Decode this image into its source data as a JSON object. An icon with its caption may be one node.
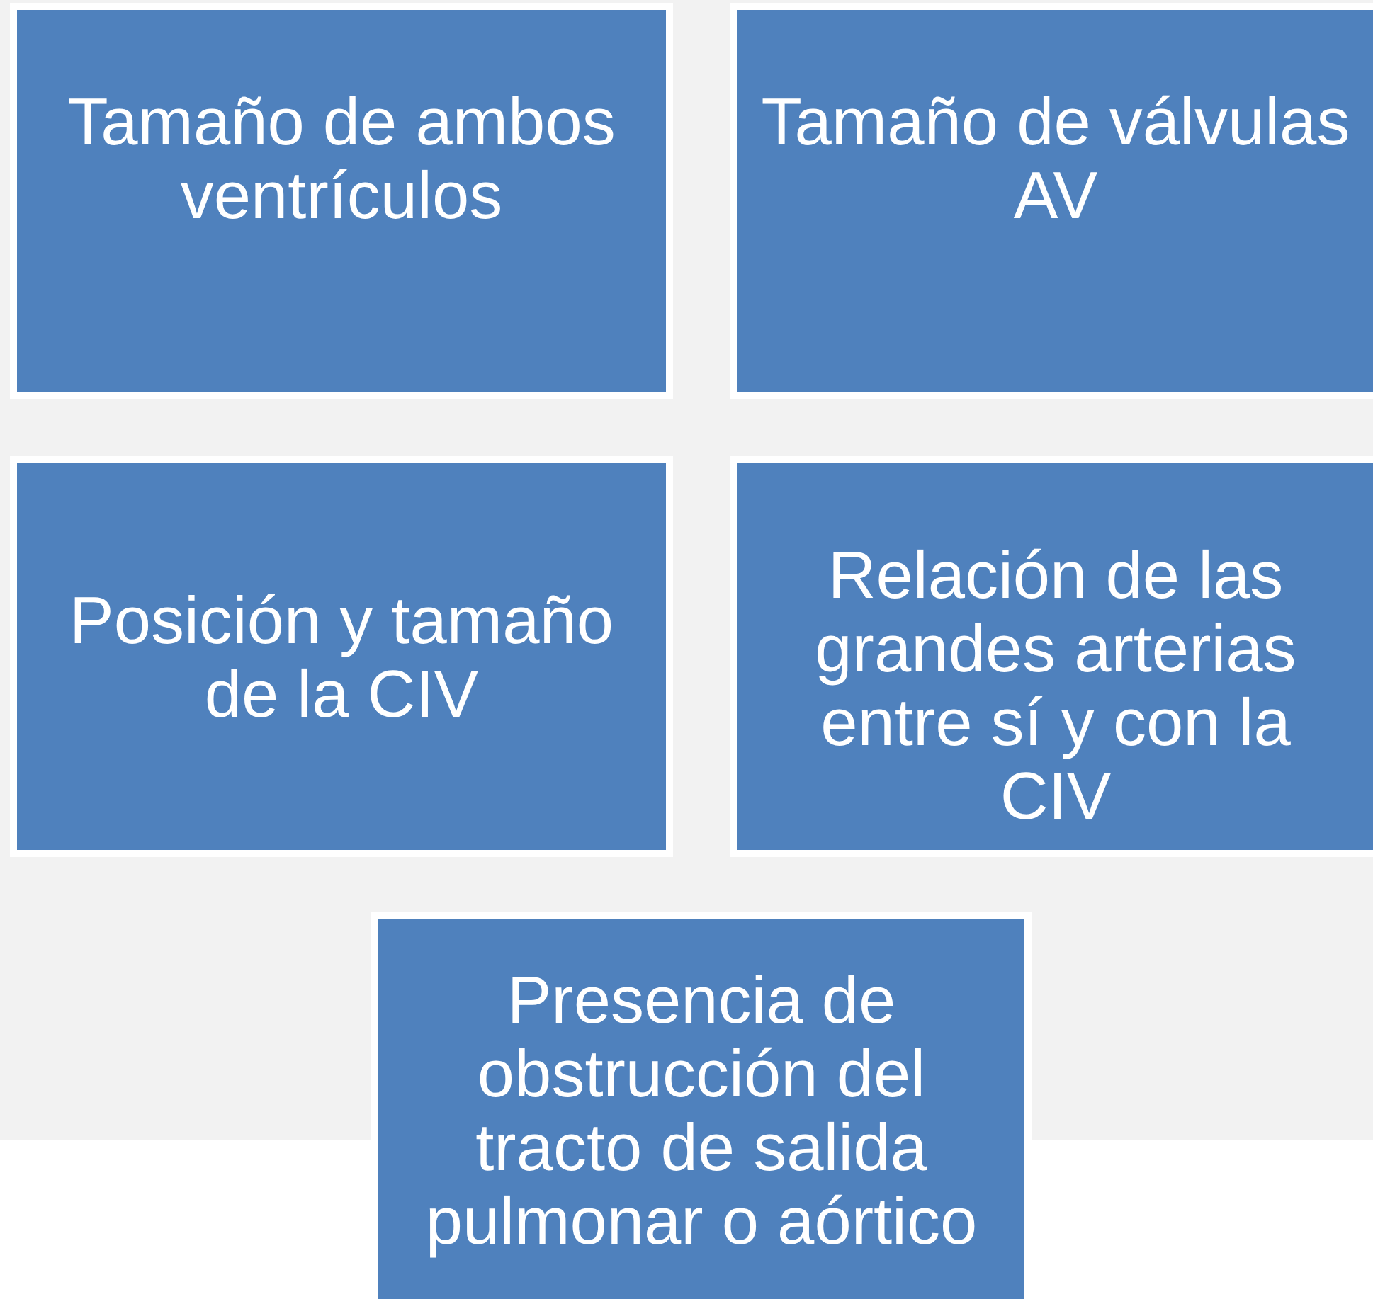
{
  "diagram": {
    "nodes": [
      {
        "text": [
          "Tamaño de ambos ventrículos"
        ]
      },
      {
        "text": [
          "Tamaño de válvulas AV"
        ]
      },
      {
        "text": [
          "Posición y tamaño de la CIV"
        ]
      },
      {
        "text": [
          "Relación de las grandes arterias entre sí y con la CIV"
        ]
      },
      {
        "text": [
          "Presencia de obstrucción del tracto de salida pulmonar o aórtico"
        ]
      }
    ],
    "edges": []
  }
}
